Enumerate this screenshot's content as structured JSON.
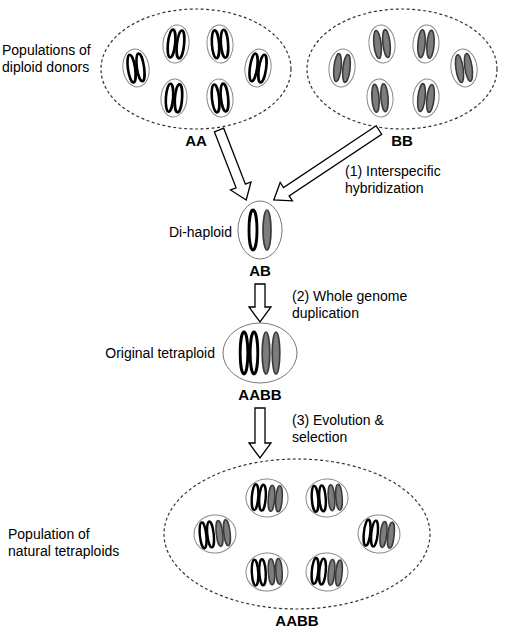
{
  "diagram": {
    "nodes": [
      {
        "text": [
          "AA"
        ]
      },
      {
        "text": [
          "BB"
        ]
      },
      {
        "text": [
          "AB"
        ]
      },
      {
        "text": [
          "AABB"
        ]
      },
      {
        "text": [
          "AABB"
        ]
      }
    ],
    "edges": [
      {
        "from": 0,
        "to": 2,
        "arrow": "to"
      },
      {
        "from": 1,
        "to": 2,
        "arrow": "to",
        "label": "(1) Interspecific hybridization"
      },
      {
        "from": 2,
        "to": 3,
        "arrow": "to",
        "label": "(2) Whole genome duplication"
      },
      {
        "from": 3,
        "to": 4,
        "arrow": "to",
        "label": "(3) Evolution & selection"
      }
    ],
    "labels": [
      "Populations of diploid donors",
      "Di-haploid",
      "Original tetraploid",
      "Population of natural tetraploids"
    ]
  }
}
